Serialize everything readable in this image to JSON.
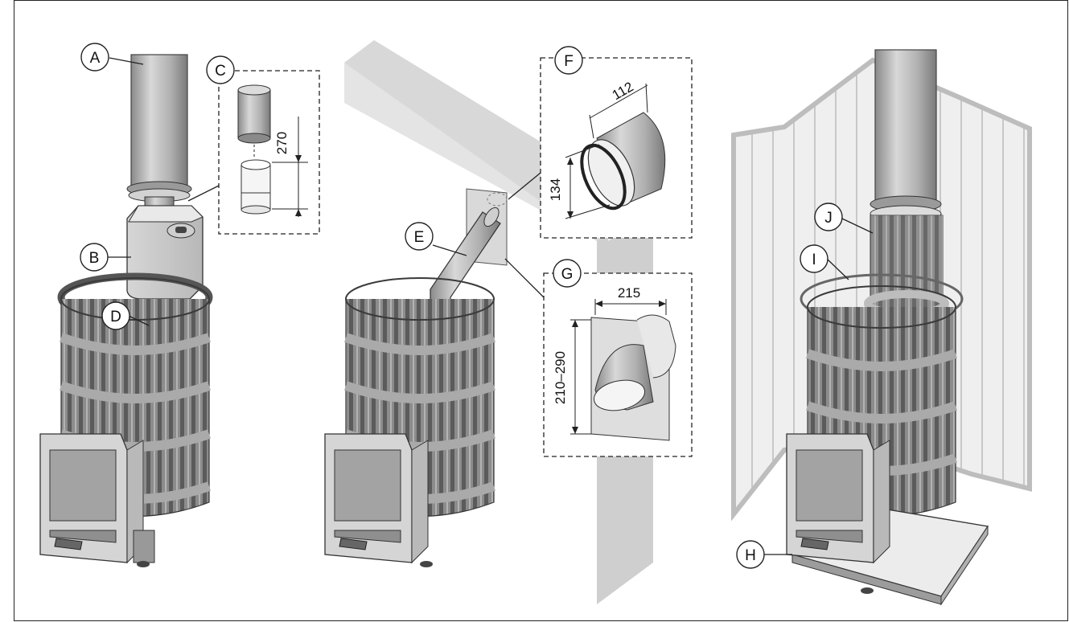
{
  "callouts": {
    "A": "A",
    "B": "B",
    "C": "C",
    "D": "D",
    "E": "E",
    "F": "F",
    "G": "G",
    "H": "H",
    "I": "I",
    "J": "J"
  },
  "dimensions": {
    "c_height": "270",
    "f_length": "112",
    "f_diameter": "134",
    "g_width": "215",
    "g_height": "210–290"
  },
  "colors": {
    "steel": "#b4b4b4",
    "steel_dark": "#7d7d7d",
    "wall": "#e3e3e3",
    "wall_edge": "#c9c9c9",
    "cage": "#9a9a9a",
    "panel": "#f4f4f4"
  }
}
